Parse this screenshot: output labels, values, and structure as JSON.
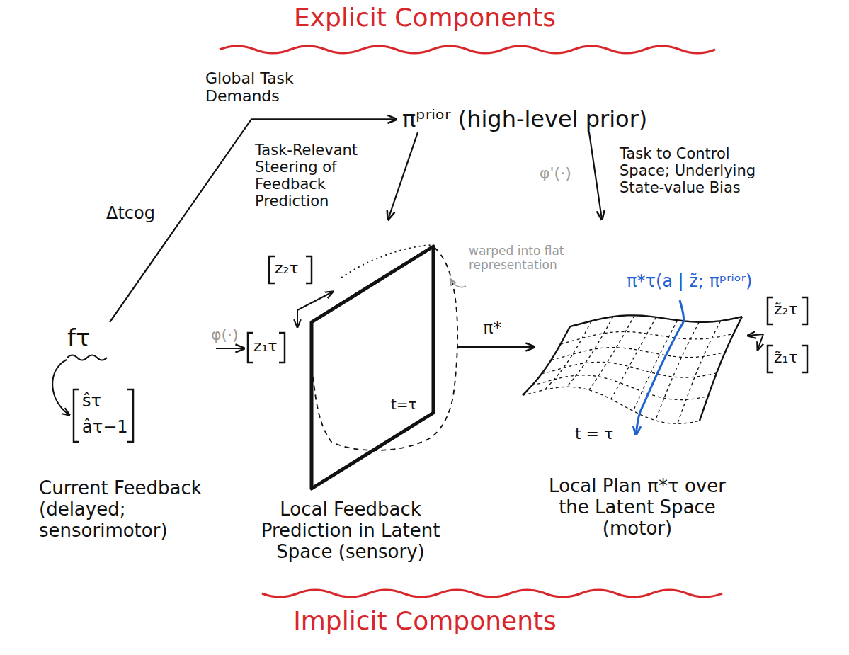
{
  "diagram": {
    "nodes": [
      {
        "text": [
          "fτ",
          "Current Feedback (delayed; sensorimotor)"
        ]
      },
      {
        "text": [
          "πᵖʳⁱᵒʳ (high-level prior)"
        ]
      },
      {
        "text": [
          "Local Feedback Prediction in Latent Space (sensory)"
        ]
      },
      {
        "text": [
          "Local Plan π*τ over the Latent Space (motor)"
        ]
      }
    ],
    "edges": [
      {
        "from": 0,
        "to": 1,
        "arrow": "to",
        "label": "Δtcog"
      },
      {
        "from": 0,
        "to": 2,
        "arrow": "to",
        "label": "φ(·)"
      },
      {
        "from": 1,
        "to": 2,
        "arrow": "to",
        "label": "Task-Relevant Steering of Feedback Prediction"
      },
      {
        "from": 1,
        "to": 3,
        "arrow": "to",
        "label": "Task to Control Space; Underlying State-value Bias"
      },
      {
        "from": 2,
        "to": 3,
        "arrow": "to",
        "label": "π*"
      }
    ],
    "labels": [
      "Explicit Components",
      "Implicit Components",
      "Global Task Demands",
      "ŝτ",
      "âτ−1",
      "z₁τ",
      "z₂τ",
      "warped into flat representation",
      "t=τ",
      "φ'(·)",
      "π*τ(a | z̃; πᵖʳⁱᵒʳ)",
      "z̃₂τ",
      "z̃₁τ",
      "t = τ"
    ]
  }
}
